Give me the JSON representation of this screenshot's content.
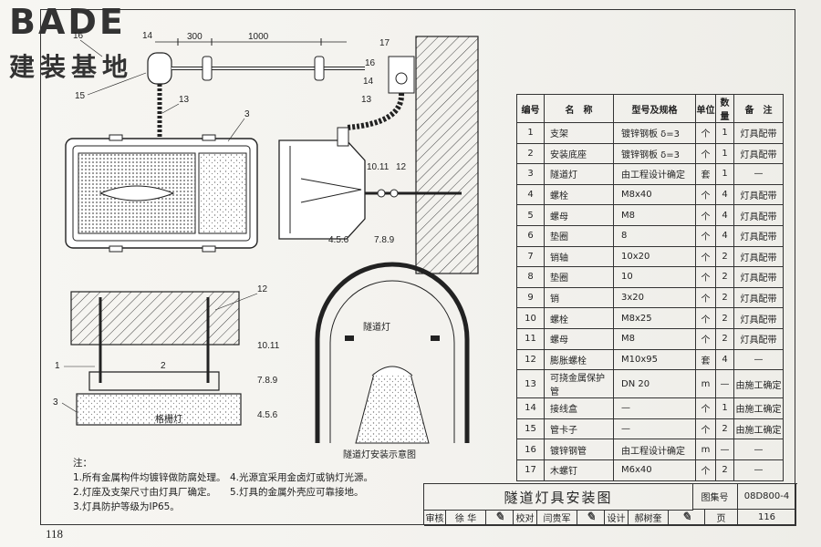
{
  "logo": {
    "brand": "BADE",
    "brand_cn": "建装基地"
  },
  "drawing": {
    "dimensions": [
      "300",
      "1000"
    ],
    "part_tags": [
      "16",
      "14",
      "15",
      "13",
      "3",
      "17",
      "16",
      "14",
      "13",
      "10.11",
      "12",
      "4.5.6",
      "7.8.9",
      "12",
      "10.11",
      "1",
      "2",
      "7.8.9",
      "3",
      "4.5.6"
    ],
    "fixture_label": "格栅灯",
    "tunnel_lamp_label": "隧道灯",
    "tunnel_caption": "隧道灯安装示意图"
  },
  "notes": {
    "heading": "注：",
    "items": [
      "1.所有金属构件均镀锌做防腐处理。",
      "4.光源宜采用金卤灯或钠灯光源。",
      "2.灯座及支架尺寸由灯具厂确定。",
      "5.灯具的金属外壳应可靠接地。",
      "3.灯具防护等级为IP65。"
    ]
  },
  "table": {
    "headers": [
      "编号",
      "名　称",
      "型号及规格",
      "单位",
      "数量",
      "备　注"
    ],
    "rows": [
      [
        "1",
        "支架",
        "镀锌钢板 δ=3",
        "个",
        "1",
        "灯具配带"
      ],
      [
        "2",
        "安装底座",
        "镀锌钢板 δ=3",
        "个",
        "1",
        "灯具配带"
      ],
      [
        "3",
        "隧道灯",
        "由工程设计确定",
        "套",
        "1",
        "—"
      ],
      [
        "4",
        "螺栓",
        "M8x40",
        "个",
        "4",
        "灯具配带"
      ],
      [
        "5",
        "螺母",
        "M8",
        "个",
        "4",
        "灯具配带"
      ],
      [
        "6",
        "垫圈",
        "8",
        "个",
        "4",
        "灯具配带"
      ],
      [
        "7",
        "销轴",
        "10x20",
        "个",
        "2",
        "灯具配带"
      ],
      [
        "8",
        "垫圈",
        "10",
        "个",
        "2",
        "灯具配带"
      ],
      [
        "9",
        "销",
        "3x20",
        "个",
        "2",
        "灯具配带"
      ],
      [
        "10",
        "螺栓",
        "M8x25",
        "个",
        "2",
        "灯具配带"
      ],
      [
        "11",
        "螺母",
        "M8",
        "个",
        "2",
        "灯具配带"
      ],
      [
        "12",
        "膨胀螺栓",
        "M10x95",
        "套",
        "4",
        "—"
      ],
      [
        "13",
        "可挠金属保护管",
        "DN 20",
        "m",
        "—",
        "由施工确定"
      ],
      [
        "14",
        "接线盒",
        "—",
        "个",
        "1",
        "由施工确定"
      ],
      [
        "15",
        "管卡子",
        "—",
        "个",
        "2",
        "由施工确定"
      ],
      [
        "16",
        "镀锌钢管",
        "由工程设计确定",
        "m",
        "—",
        "—"
      ],
      [
        "17",
        "木螺钉",
        "M6x40",
        "个",
        "2",
        "—"
      ]
    ]
  },
  "title_block": {
    "title": "隧道灯具安装图",
    "atlas_label": "图集号",
    "atlas_no": "08D800-4",
    "review_label": "审核",
    "reviewer": "徐 华",
    "check_label": "校对",
    "checker": "闫贵军",
    "design_label": "设计",
    "designer": "郝树奎",
    "page_label": "页",
    "page_no": "116"
  },
  "page_number": "118"
}
